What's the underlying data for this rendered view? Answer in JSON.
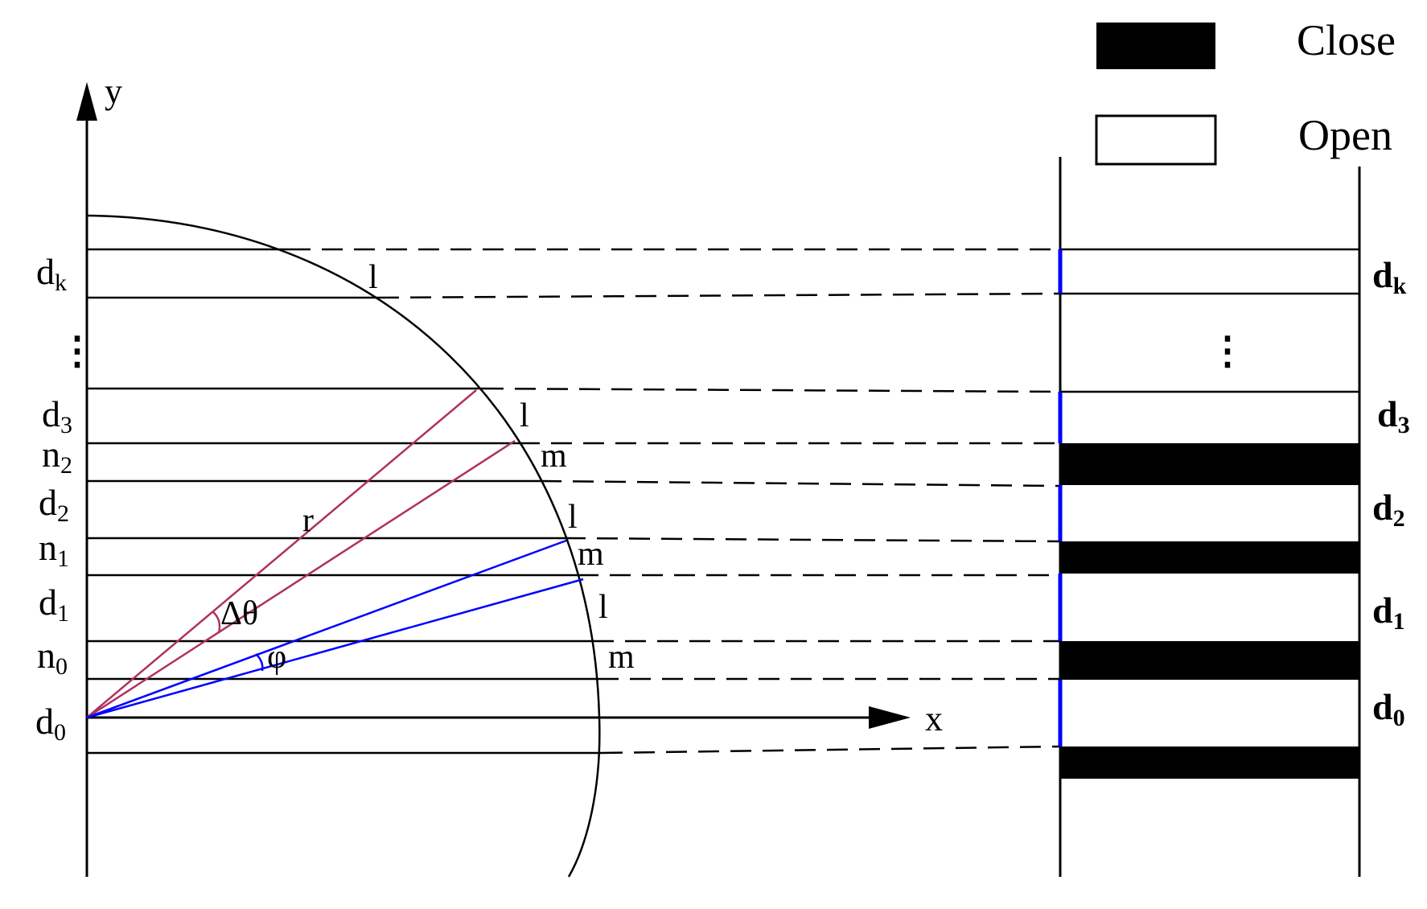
{
  "axes": {
    "x_label": "x",
    "y_label": "y"
  },
  "left_labels": [
    {
      "base": "d",
      "sub": "k"
    },
    {
      "base": "n",
      "sub": "2"
    },
    {
      "base": "d",
      "sub": "3"
    },
    {
      "base": "d",
      "sub": "2"
    },
    {
      "base": "n",
      "sub": "1"
    },
    {
      "base": "d",
      "sub": "1"
    },
    {
      "base": "n",
      "sub": "0"
    },
    {
      "base": "d",
      "sub": "0"
    }
  ],
  "ellipsis": "⋮",
  "point_labels": {
    "l": "l",
    "m": "m"
  },
  "angle_labels": {
    "radius": "r",
    "delta_theta": "Δθ",
    "phi": "φ"
  },
  "right_labels": [
    {
      "base": "d",
      "sub": "k"
    },
    {
      "base": "d",
      "sub": "3"
    },
    {
      "base": "d",
      "sub": "2"
    },
    {
      "base": "d",
      "sub": "1"
    },
    {
      "base": "d",
      "sub": "0"
    }
  ],
  "legend": {
    "close": "Close",
    "open": "Open"
  },
  "colors": {
    "line": "#000000",
    "magenta_ray": "#b03060",
    "blue_ray": "#0000ff",
    "close_fill": "#000000",
    "open_fill": "#ffffff"
  }
}
